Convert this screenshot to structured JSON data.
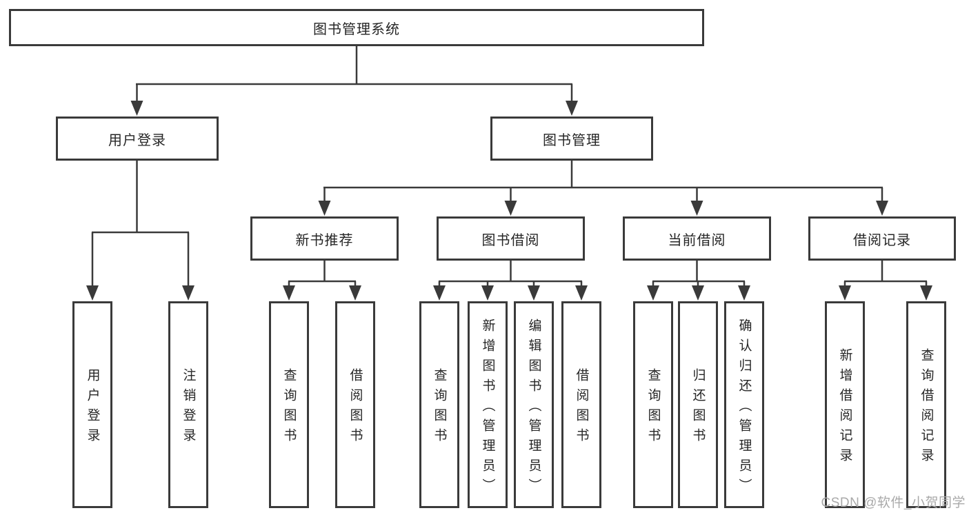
{
  "colors": {
    "background": "#ffffff",
    "box_border": "#3a3a3a",
    "line": "#3a3a3a",
    "text": "#262626",
    "watermark": "#a9a9a9"
  },
  "tree": {
    "label": "图书管理系统",
    "children": [
      {
        "label": "用户登录",
        "children": [
          {
            "label": "用户登录"
          },
          {
            "label": "注销登录"
          }
        ]
      },
      {
        "label": "图书管理",
        "children": [
          {
            "label": "新书推荐",
            "children": [
              {
                "label": "查询图书"
              },
              {
                "label": "借阅图书"
              }
            ]
          },
          {
            "label": "图书借阅",
            "children": [
              {
                "label": "查询图书"
              },
              {
                "label": "新增图书（管理员）"
              },
              {
                "label": "编辑图书（管理员）"
              },
              {
                "label": "借阅图书"
              }
            ]
          },
          {
            "label": "当前借阅",
            "children": [
              {
                "label": "查询图书"
              },
              {
                "label": "归还图书"
              },
              {
                "label": "确认归还（管理员）"
              }
            ]
          },
          {
            "label": "借阅记录",
            "children": [
              {
                "label": "新增借阅记录"
              },
              {
                "label": "查询借阅记录"
              }
            ]
          }
        ]
      }
    ]
  },
  "watermark": {
    "text": "CSDN @软件_小贺同学"
  }
}
